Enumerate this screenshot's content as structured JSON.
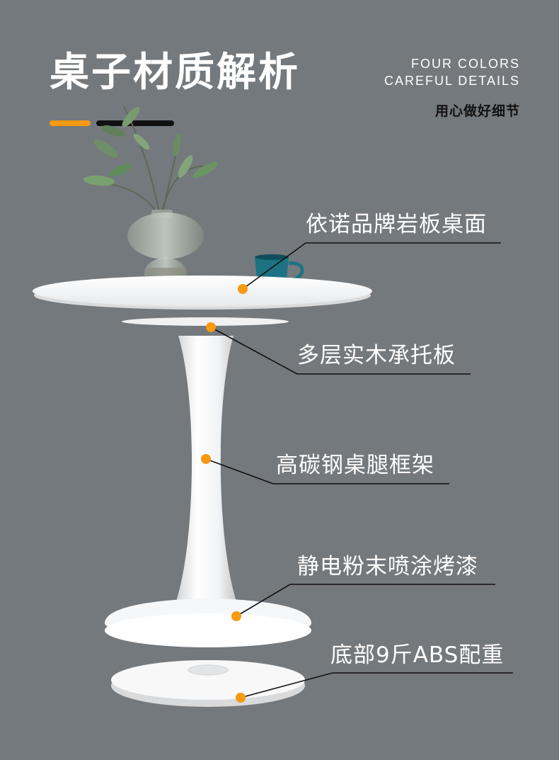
{
  "header": {
    "title": "桌子材质解析",
    "en_line1": "FOUR COLORS",
    "en_line2": "CAREFUL DETAILS",
    "cn_subtitle": "用心做好细节"
  },
  "callouts": [
    {
      "label": "依诺品牌岩板桌面"
    },
    {
      "label": "多层实木承托板"
    },
    {
      "label": "高碳钢桌腿框架"
    },
    {
      "label": "静电粉末喷涂烤漆"
    },
    {
      "label": "底部9斤ABS配重"
    }
  ],
  "colors": {
    "background": "#74797e",
    "accent": "#f59a12",
    "dark": "#111111",
    "white": "#ffffff"
  }
}
